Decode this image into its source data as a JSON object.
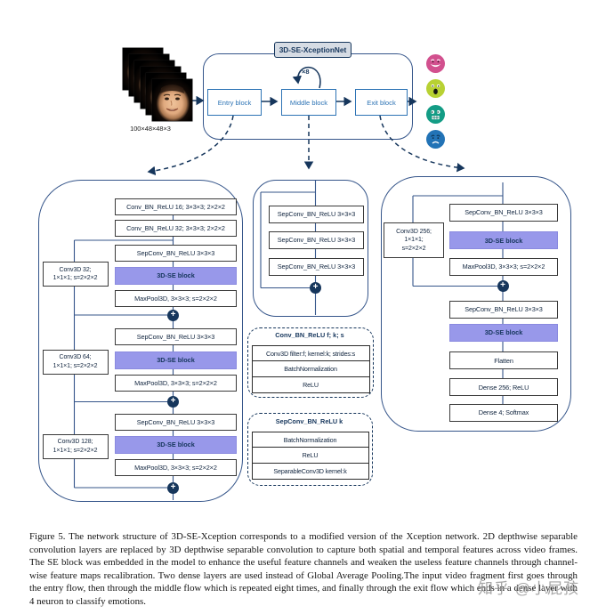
{
  "overview": {
    "title": "3D-SE-XceptionNet",
    "input_label": "100×48×48×3",
    "repeat_label": "×8",
    "entry": "Entry block",
    "middle": "Middle block",
    "exit": "Exit block",
    "emotions": [
      {
        "name": "happy",
        "color": "#d2508e"
      },
      {
        "name": "surprised",
        "color": "#b8d133"
      },
      {
        "name": "angry",
        "color": "#139c85"
      },
      {
        "name": "sad",
        "color": "#2273b6"
      }
    ]
  },
  "entry_flow": {
    "main": [
      "Conv_BN_ReLU 16; 3×3×3; 2×2×2",
      "Conv_BN_ReLU 32; 3×3×3; 2×2×2",
      "SepConv_BN_ReLU 3×3×3",
      "3D-SE block",
      "MaxPool3D, 3×3×3; s=2×2×2",
      "SepConv_BN_ReLU 3×3×3",
      "3D-SE block",
      "MaxPool3D, 3×3×3; s=2×2×2",
      "SepConv_BN_ReLU 3×3×3",
      "3D-SE block",
      "MaxPool3D, 3×3×3; s=2×2×2"
    ],
    "shortcuts": [
      {
        "line1": "Conv3D 32;",
        "line2": "1×1×1; s=2×2×2"
      },
      {
        "line1": "Conv3D 64;",
        "line2": "1×1×1; s=2×2×2"
      },
      {
        "line1": "Conv3D 128;",
        "line2": "1×1×1; s=2×2×2"
      }
    ]
  },
  "middle_flow": {
    "main": [
      "SepConv_BN_ReLU 3×3×3",
      "SepConv_BN_ReLU 3×3×3",
      "SepConv_BN_ReLU 3×3×3"
    ]
  },
  "exit_flow": {
    "main": [
      "SepConv_BN_ReLU 3×3×3",
      "3D-SE block",
      "MaxPool3D, 3×3×3; s=2×2×2",
      "SepConv_BN_ReLU 3×3×3",
      "3D-SE block",
      "Flatten",
      "Dense 256; ReLU",
      "Dense 4; Softmax"
    ],
    "shortcut": {
      "line1": "Conv3D 256;",
      "line2": "1×1×1;",
      "line3": "s=2×2×2"
    }
  },
  "legends": [
    {
      "title": "Conv_BN_ReLU f; k; s",
      "rows": [
        "Conv3D filter:f; kernel:k; strides:s",
        "BatchNormalization",
        "ReLU"
      ]
    },
    {
      "title": "SepConv_BN_ReLU k",
      "rows": [
        "BatchNormalization",
        "ReLU",
        "SeparableConv3D kernel:k"
      ]
    }
  ],
  "icons": {
    "add": "+"
  },
  "colors": {
    "se_block_fill": "#9898ea",
    "navy": "#16365c",
    "container_border": "#35558a",
    "top_block_blue": "#2e74b5"
  },
  "caption": "Figure 5.  The network structure of 3D-SE-Xception corresponds to a modified version of the Xception network.  2D depthwise separable convolution layers are replaced by 3D depthwise separable convolution to capture both spatial and temporal features across video frames. The SE block was embedded in the model to enhance the useful feature channels and weaken the useless feature channels through channel-wise feature maps recalibration.  Two dense layers are used instead of Global Average Pooling.The input video fragment first goes through the entry flow, then through the middle flow which is repeated eight times, and finally through the exit flow which ends in a dense layer with 4 neuron to classify emotions.",
  "watermark": "知乎 @小屁孩"
}
